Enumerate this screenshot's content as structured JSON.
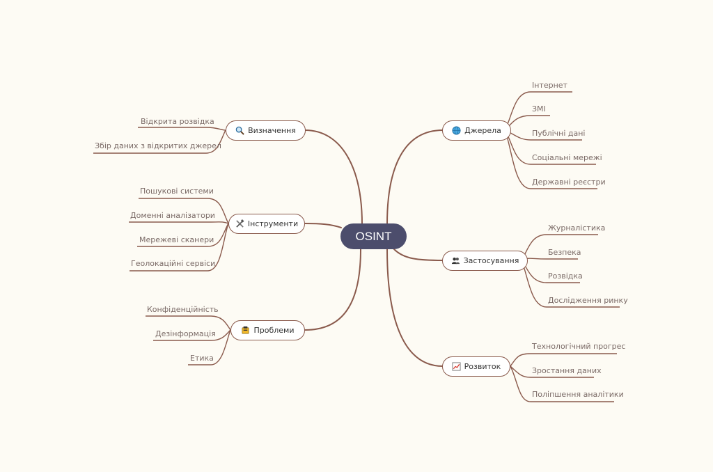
{
  "root": {
    "label": "OSINT"
  },
  "line_color": "#8a5a4c",
  "branches": {
    "sources": {
      "label": "Джерела",
      "icon": "globe-icon",
      "items": [
        "Інтернет",
        "ЗМІ",
        "Публічні дані",
        "Соціальні мережі",
        "Державні реєстри"
      ]
    },
    "applications": {
      "label": "Застосування",
      "icon": "people-icon",
      "items": [
        "Журналістика",
        "Безпека",
        "Розвідка",
        "Дослідження ринку"
      ]
    },
    "development": {
      "label": "Розвиток",
      "icon": "chart-icon",
      "items": [
        "Технологічний прогрес",
        "Зростання даних",
        "Поліпшення аналітики"
      ]
    },
    "definitions": {
      "label": "Визначення",
      "icon": "magnifier-icon",
      "items": [
        "Відкрита розвідка",
        "Збір даних з відкритих джерел"
      ]
    },
    "tools": {
      "label": "Інструменти",
      "icon": "tools-icon",
      "items": [
        "Пошукові системи",
        "Доменні аналізатори",
        "Мережеві сканери",
        "Геолокаційні сервіси"
      ]
    },
    "problems": {
      "label": "Проблеми",
      "icon": "warning-sign-icon",
      "items": [
        "Конфіденційність",
        "Дезінформація",
        "Етика"
      ]
    }
  }
}
